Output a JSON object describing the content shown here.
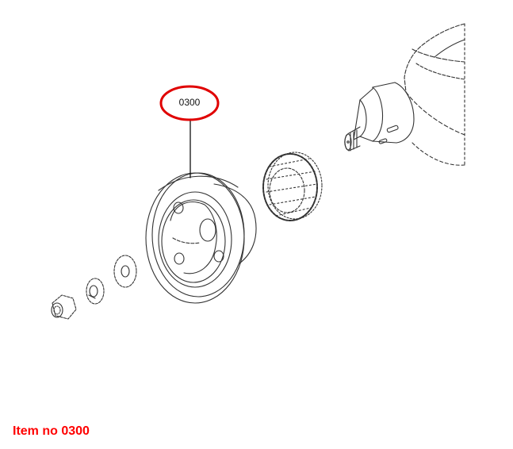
{
  "diagram": {
    "callout": {
      "label": "0300",
      "highlight_color": "#e00000"
    },
    "parts": [
      {
        "name": "nut"
      },
      {
        "name": "spring-washer"
      },
      {
        "name": "flat-washer"
      },
      {
        "name": "crankshaft-pulley",
        "item": "0300"
      },
      {
        "name": "timing-gear"
      },
      {
        "name": "crankshaft"
      }
    ]
  },
  "caption": {
    "text": "Item no 0300",
    "color": "#ff0000"
  }
}
